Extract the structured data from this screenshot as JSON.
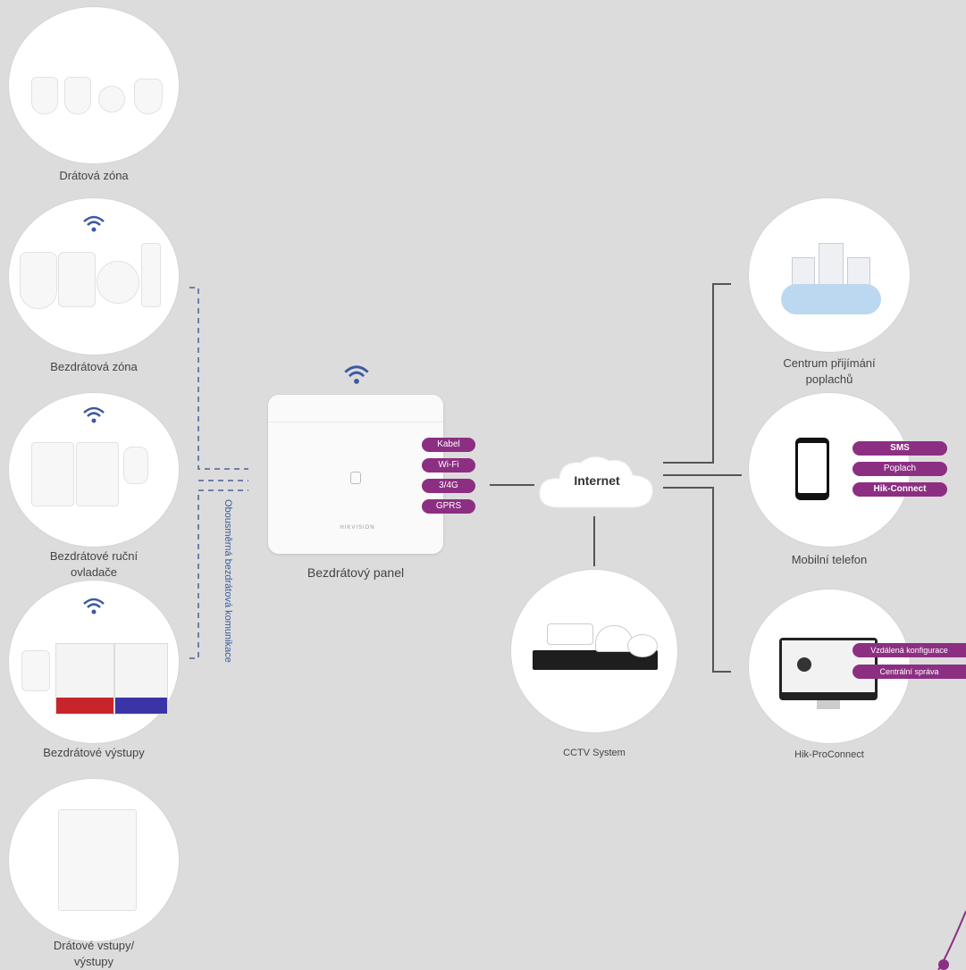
{
  "nodes": {
    "wired_zone": "Drátová zóna",
    "wireless_zone": "Bezdrátová zóna",
    "wireless_remote_l1": "Bezdrátové ruční",
    "wireless_remote_l2": "ovladače",
    "wireless_outputs": "Bezdrátové výstupy",
    "wired_io_l1": "Drátové vstupy/",
    "wired_io_l2": "výstupy",
    "panel": "Bezdrátový panel",
    "internet": "Internet",
    "arc_l1": "Centrum přijímání",
    "arc_l2": "poplachů",
    "mobile": "Mobilní telefon",
    "cctv": "CCTV System",
    "hpc": "Hik-ProConnect"
  },
  "vertical_label": "Obousměrná bezdrátová komunikace",
  "panel_pills": [
    "Kabel",
    "Wi-Fi",
    "3/4G",
    "GPRS"
  ],
  "mobile_pills": [
    "SMS",
    "Poplach",
    "Hik-Connect"
  ],
  "hpc_pills": [
    "Vzdálená konfigurace",
    "Centrální správa"
  ],
  "brand_text": "HIKVISION",
  "colors": {
    "accent": "#8c2f82",
    "wifi": "#3c5aa0",
    "lines": "#555555",
    "dashes": "#3c5aa0"
  }
}
